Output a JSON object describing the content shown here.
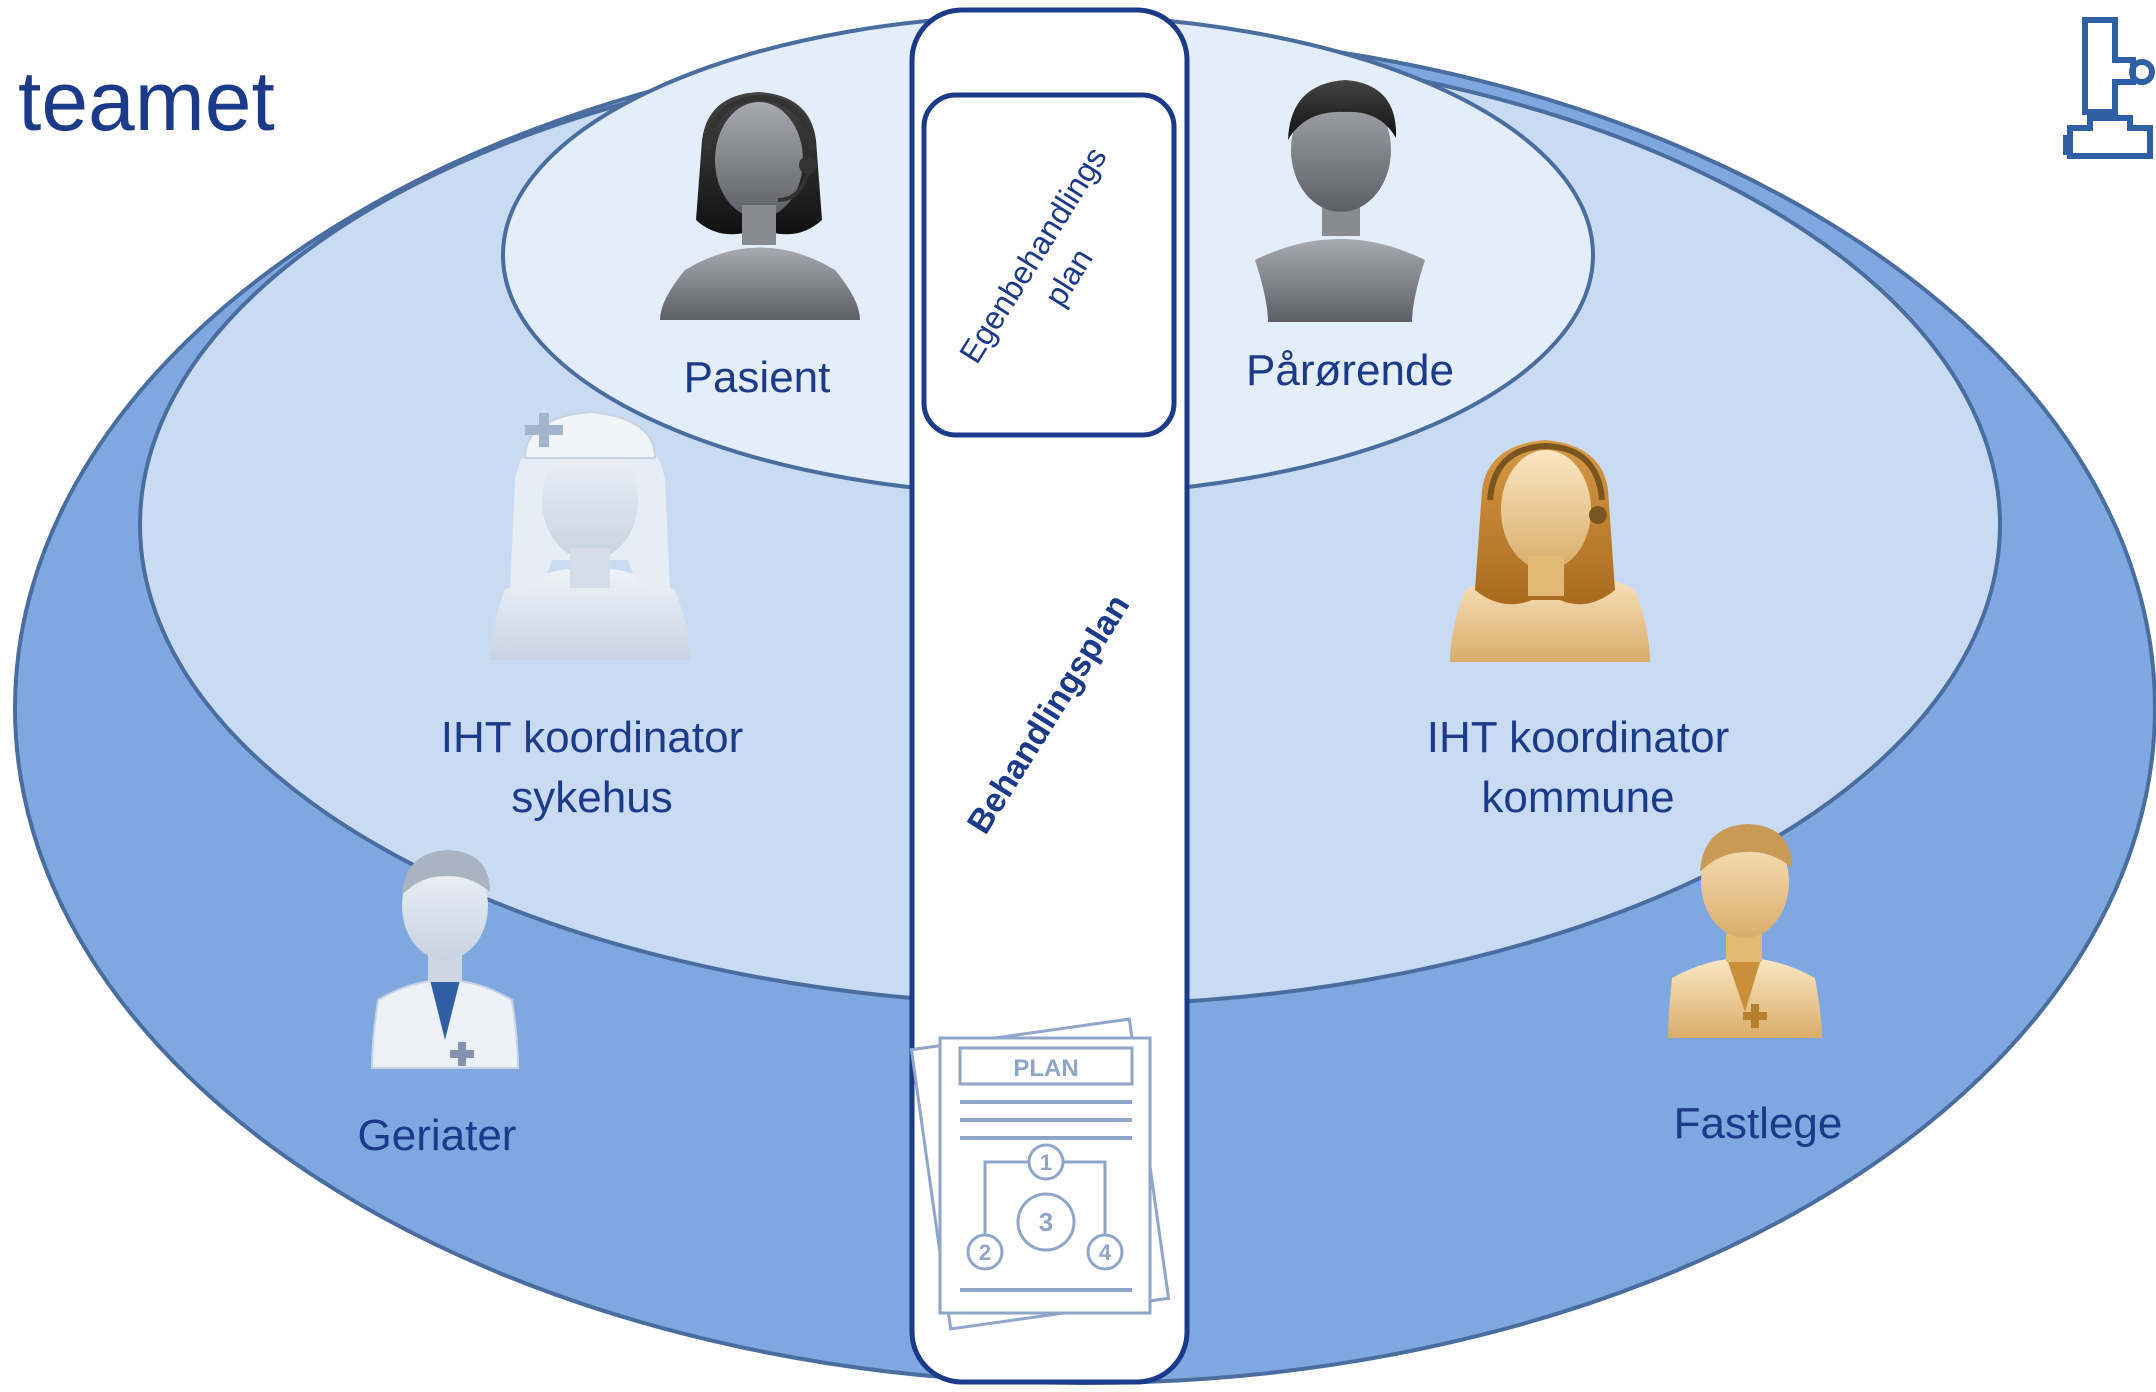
{
  "title": "teamet",
  "roles": {
    "pasient": "Pasient",
    "parorende": "Pårørende",
    "iht_sykehus_line1": "IHT koordinator",
    "iht_sykehus_line2": "sykehus",
    "iht_kommune_line1": "IHT koordinator",
    "iht_kommune_line2": "kommune",
    "geriater": "Geriater",
    "fastlege": "Fastlege"
  },
  "plans": {
    "egen_line1": "Egenbehandlings",
    "egen_line2": "plan",
    "behandlingsplan": "Behandlingsplan",
    "doc_header": "PLAN",
    "step1": "1",
    "step2": "2",
    "step3": "3",
    "step4": "4"
  },
  "colors": {
    "outer_ring": "#7fa7e0",
    "middle_ring": "#c9dbf2",
    "inner_ring": "#e4eefa",
    "stroke": "#4a6da0",
    "text": "#1b3a8a",
    "column": "#ffffff",
    "avatar_gray": "#8e8e96",
    "avatar_light": "#dde4ee",
    "avatar_gold": "#e8c690"
  },
  "icons": {
    "brand": "puzzle-hands-icon",
    "document": "plan-document-icon"
  }
}
